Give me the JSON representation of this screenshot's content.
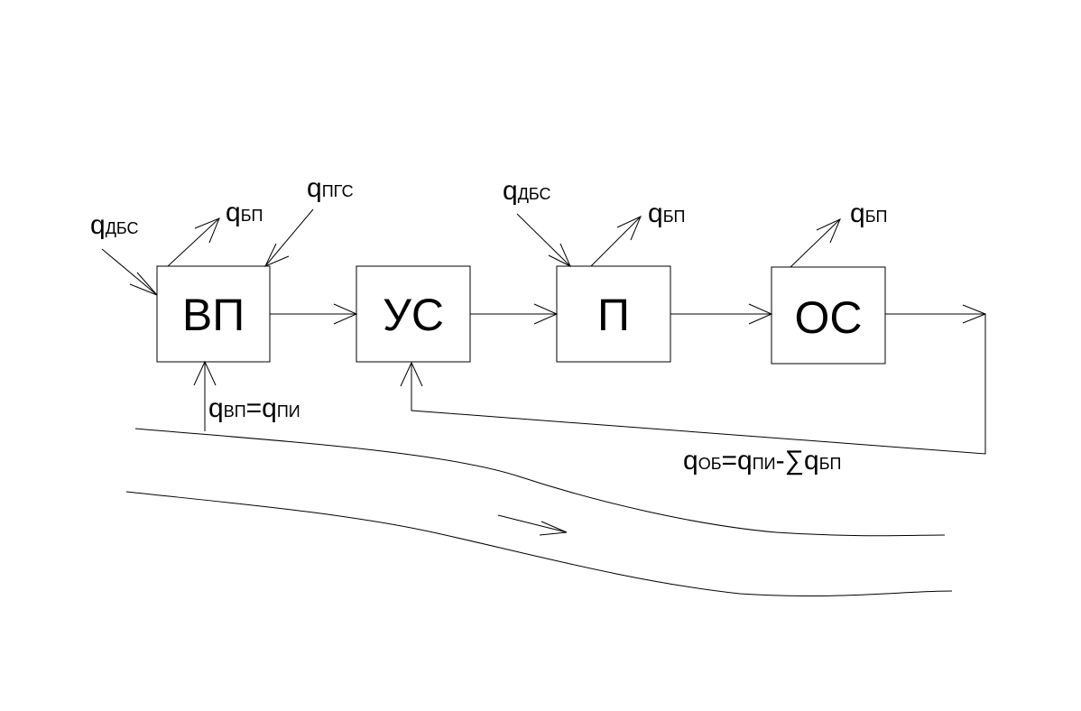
{
  "blocks": [
    {
      "id": "vp",
      "label": "ВП"
    },
    {
      "id": "us",
      "label": "УС"
    },
    {
      "id": "p",
      "label": "П"
    },
    {
      "id": "os",
      "label": "ОС"
    }
  ],
  "labels": {
    "q_dbs_left": {
      "base": "q",
      "sub": "ДБС"
    },
    "q_bp_1": {
      "base": "q",
      "sub": "БП"
    },
    "q_pgs": {
      "base": "q",
      "sub": "ПГС"
    },
    "q_dbs_mid": {
      "base": "q",
      "sub": "ДБС"
    },
    "q_bp_2": {
      "base": "q",
      "sub": "БП"
    },
    "q_bp_3": {
      "base": "q",
      "sub": "БП"
    },
    "q_vp_eq": {
      "b1": "q",
      "s1": "ВП",
      "eq": "=",
      "b2": "q",
      "s2": "ПИ"
    },
    "q_ob_eq": {
      "b1": "q",
      "s1": "ОБ",
      "eq": "=",
      "b2": "q",
      "s2": "ПИ",
      "minus": "-",
      "sum": "∑",
      "b3": "q",
      "s3": "БП"
    }
  }
}
